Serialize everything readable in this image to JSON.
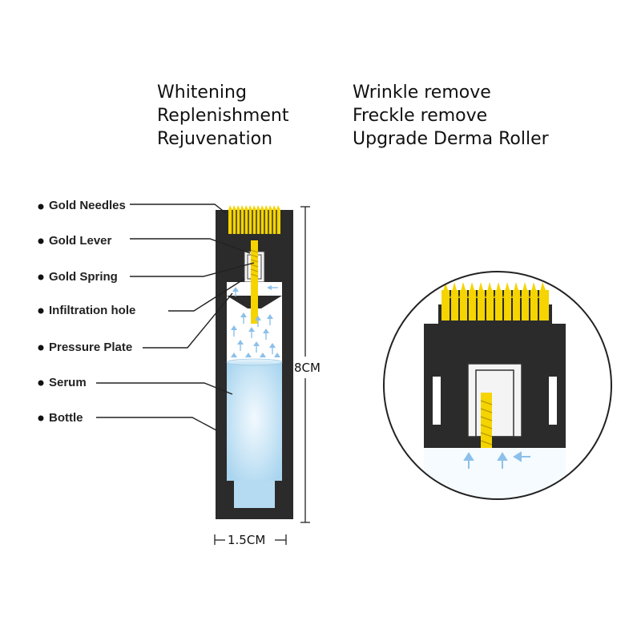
{
  "features": {
    "left": [
      "Whitening",
      "Replenishment",
      "Rejuvenation"
    ],
    "right": [
      "Wrinkle remove",
      "Freckle remove",
      "Upgrade Derma Roller"
    ]
  },
  "parts": [
    "Gold Needles",
    "Gold Lever",
    "Gold Spring",
    "Infiltration hole",
    "Pressure Plate",
    "Serum",
    "Bottle"
  ],
  "dimensions": {
    "height": "8CM",
    "width": "1.5CM"
  },
  "colors": {
    "gold": "#f5d400",
    "body": "#2b2b2b",
    "serum": "#b9def3",
    "arrow": "#8cc0ea"
  }
}
